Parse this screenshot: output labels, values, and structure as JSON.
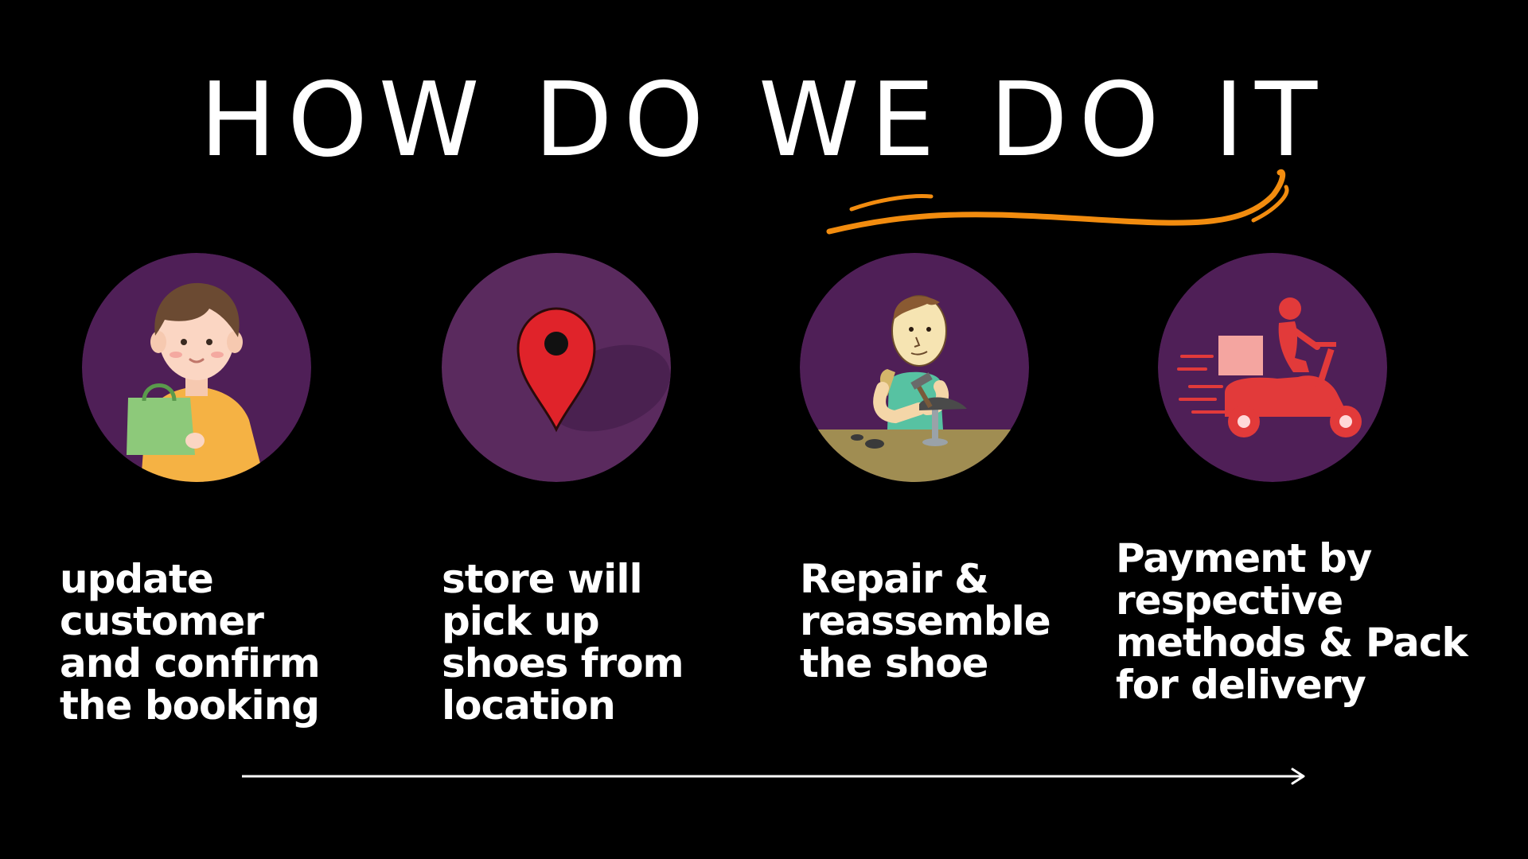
{
  "title": "HOW DO WE DO IT",
  "colors": {
    "background": "#000000",
    "circle_fill": "#4f1f57",
    "accent_swoosh": "#f28c0f",
    "text": "#ffffff"
  },
  "steps": [
    {
      "icon": "customer-shopping-bag-icon",
      "lines": [
        "update",
        "customer",
        "and confirm",
        "the booking"
      ]
    },
    {
      "icon": "map-pin-icon",
      "lines": [
        "store will",
        "pick up",
        "shoes from",
        "location"
      ]
    },
    {
      "icon": "shoe-repair-cobbler-icon",
      "lines": [
        "Repair &",
        "reassemble",
        "the shoe"
      ]
    },
    {
      "icon": "delivery-scooter-icon",
      "lines": [
        "Payment by",
        "respective",
        "methods & Pack",
        "for delivery"
      ]
    }
  ]
}
